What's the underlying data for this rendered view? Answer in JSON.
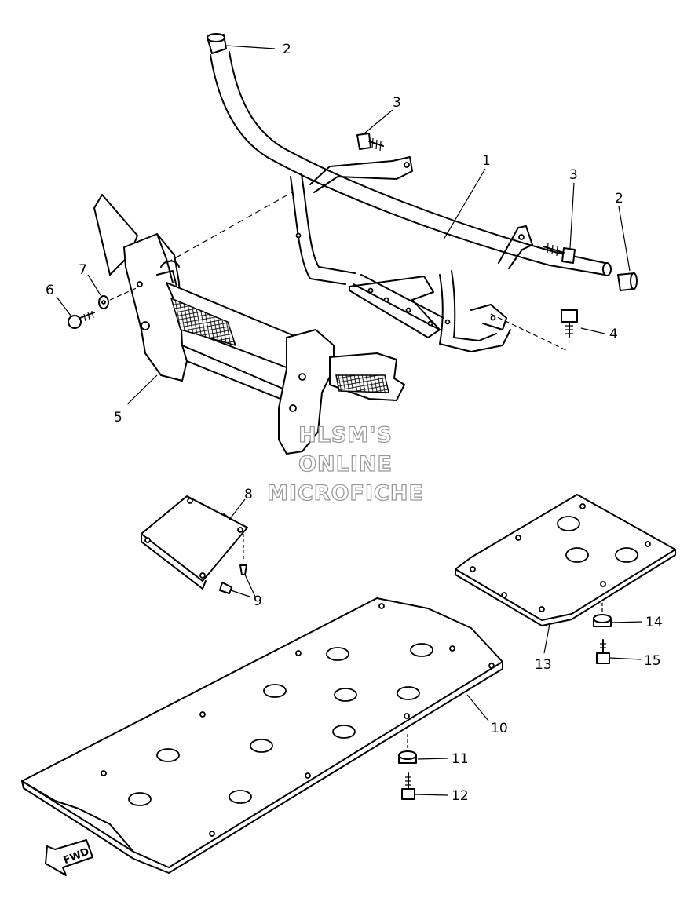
{
  "labels": [
    {
      "id": "1",
      "text": "1"
    },
    {
      "id": "2a",
      "text": "2"
    },
    {
      "id": "2b",
      "text": "2"
    },
    {
      "id": "3a",
      "text": "3"
    },
    {
      "id": "3b",
      "text": "3"
    },
    {
      "id": "4",
      "text": "4"
    },
    {
      "id": "5",
      "text": "5"
    },
    {
      "id": "6",
      "text": "6"
    },
    {
      "id": "7",
      "text": "7"
    },
    {
      "id": "8",
      "text": "8"
    },
    {
      "id": "9",
      "text": "9"
    },
    {
      "id": "10",
      "text": "10"
    },
    {
      "id": "11",
      "text": "11"
    },
    {
      "id": "12",
      "text": "12"
    },
    {
      "id": "13",
      "text": "13"
    },
    {
      "id": "14",
      "text": "14"
    },
    {
      "id": "15",
      "text": "15"
    }
  ],
  "watermark": {
    "line1": "HLSM'S",
    "line2": "ONLINE",
    "line3": "MICROFICHE"
  },
  "fwd_label": "FWD"
}
